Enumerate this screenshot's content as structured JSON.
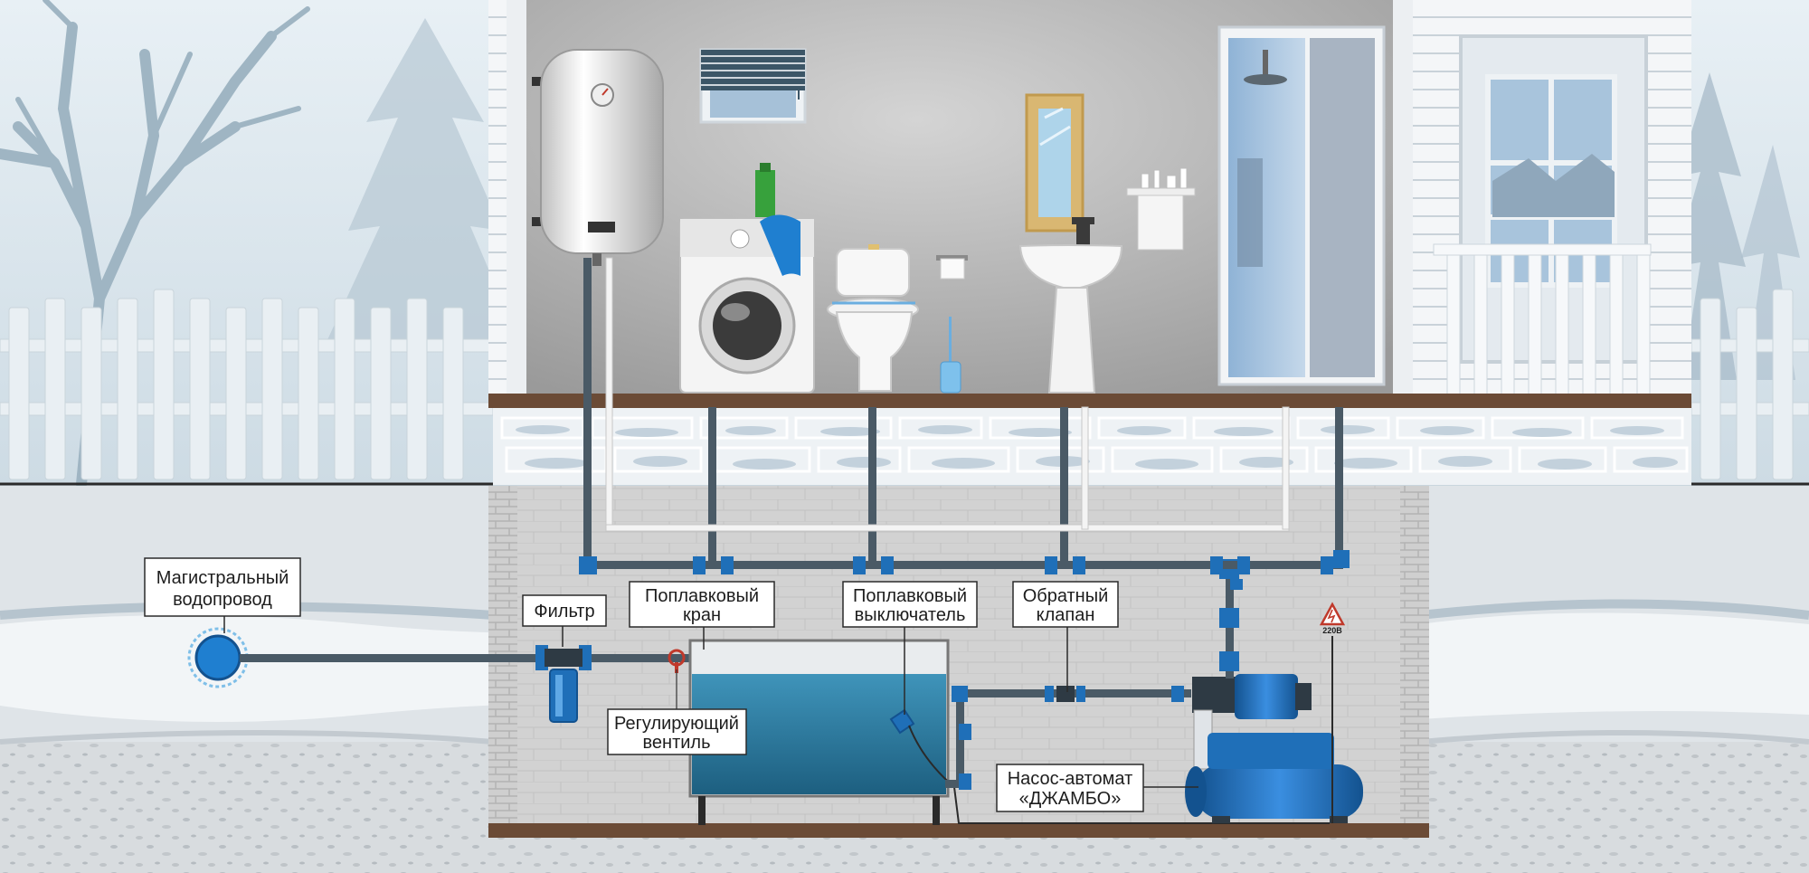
{
  "labels": {
    "main_line": [
      "Магистральный",
      "водопровод"
    ],
    "filter": [
      "Фильтр"
    ],
    "float_valve": [
      "Поплавковый",
      "кран"
    ],
    "float_switch": [
      "Поплавковый",
      "выключатель"
    ],
    "check_valve": [
      "Обратный",
      "клапан"
    ],
    "regulating_valve": [
      "Регулирующий",
      "вентиль"
    ],
    "pump_station": [
      "Насос-автомат",
      "«ДЖАМБО»"
    ]
  },
  "warning_sign": {
    "voltage": "220В"
  },
  "colors": {
    "sky": "#dbe7ee",
    "interior_wall": "#a9a9a9",
    "pipe": "#3c4a55",
    "fitting_blue": "#1f6fb8",
    "tank_water": "#2f7ea3",
    "pump_blue": "#1f6fb8",
    "brick": "#c7c7c7",
    "floor_wood": "#6b4b36",
    "soil": "#d4d8dc",
    "snow": "#f2f5f7"
  },
  "icons": [
    "water-heater-icon",
    "washing-machine-icon",
    "toilet-icon",
    "sink-icon",
    "mirror-icon",
    "shower-cabin-icon",
    "window-icon",
    "tree-icon",
    "fence-icon",
    "water-tank-icon",
    "pump-station-icon",
    "filter-icon",
    "valve-icon",
    "warning-triangle-icon"
  ]
}
